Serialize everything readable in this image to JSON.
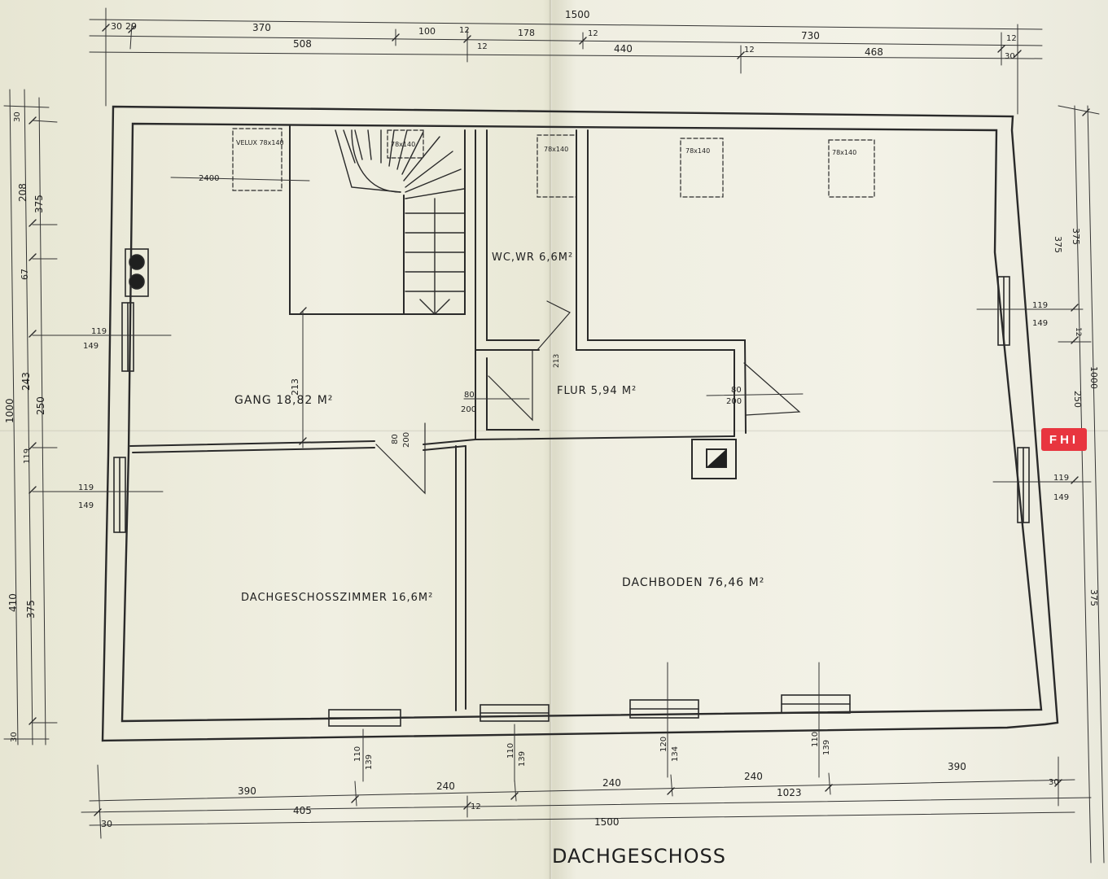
{
  "plan": {
    "title": "DACHGESCHOSS",
    "rooms": {
      "gang": "GANG  18,82 M²",
      "wc": "WC,WR 6,6M²",
      "flur": "FLUR  5,94 M²",
      "zimmer": "DACHGESCHOSSZIMMER 16,6M²",
      "dachboden": "DACHBODEN   76,46 M²"
    },
    "skylights": [
      "VELUX 78x140",
      "78x140",
      "78x140",
      "78x140",
      "78x140"
    ],
    "dimensions_top": [
      "1500",
      "30",
      "29",
      "370",
      "508",
      "100",
      "12",
      "12",
      "178",
      "12",
      "440",
      "12",
      "730",
      "468",
      "12",
      "30"
    ],
    "dimensions_bottom": [
      "390",
      "405",
      "240",
      "12",
      "240",
      "240",
      "1023",
      "390",
      "30",
      "30",
      "1500"
    ],
    "dimensions_left": [
      "30",
      "208",
      "375",
      "67",
      "243",
      "250",
      "119",
      "1000",
      "410",
      "375",
      "30"
    ],
    "dimensions_right": [
      "375",
      "1000",
      "375",
      "250",
      "12",
      "375"
    ],
    "window_labels": [
      "119",
      "149",
      "119",
      "149",
      "119",
      "149",
      "119",
      "149"
    ],
    "window_sill_labels": [
      "110",
      "139",
      "110",
      "139",
      "120",
      "134",
      "110",
      "139"
    ],
    "door_labels": [
      "80",
      "200",
      "80",
      "200",
      "80",
      "200"
    ],
    "other_labels": [
      "2400",
      "213",
      "213"
    ]
  },
  "watermark": {
    "text": "FHI",
    "color": "#e8353f"
  }
}
